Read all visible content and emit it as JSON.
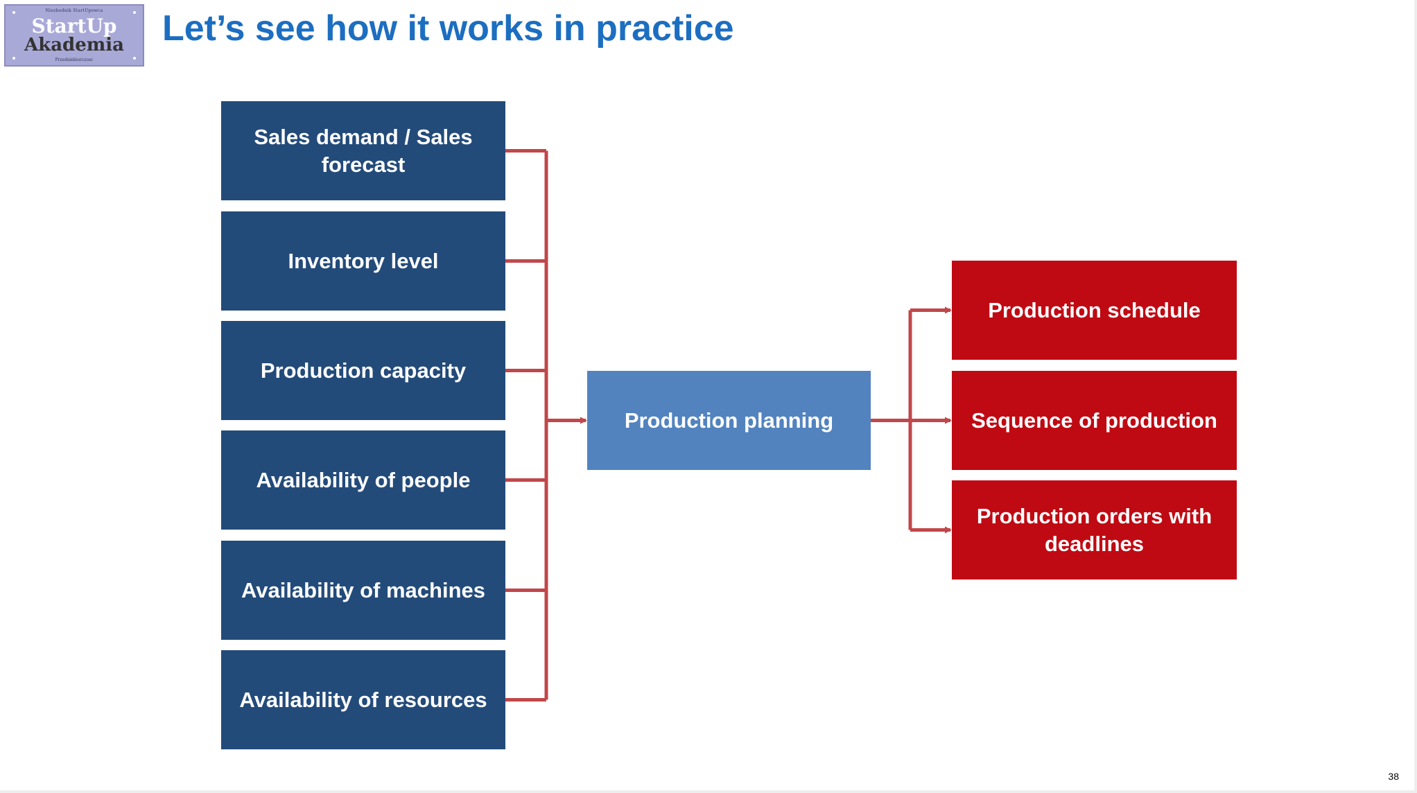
{
  "logo": {
    "line1": "StartUp",
    "line2": "Akademia",
    "tag_top": "Niezbednik StartUpowca",
    "tag_bottom": "Przedsiebiorczosc"
  },
  "title": "Let’s see how it works in practice",
  "inputs": [
    "Sales demand / Sales forecast",
    "Inventory level",
    "Production capacity",
    "Availability of people",
    "Availability of machines",
    "Availability of resources"
  ],
  "center": "Production planning",
  "outputs": [
    "Production schedule",
    "Sequence of production",
    "Production orders with deadlines"
  ],
  "page_number": "38",
  "colors": {
    "title": "#1c6ec1",
    "input_box": "#234b7a",
    "center_box": "#5283bf",
    "output_box": "#c00a13",
    "connector": "#c0474a"
  }
}
